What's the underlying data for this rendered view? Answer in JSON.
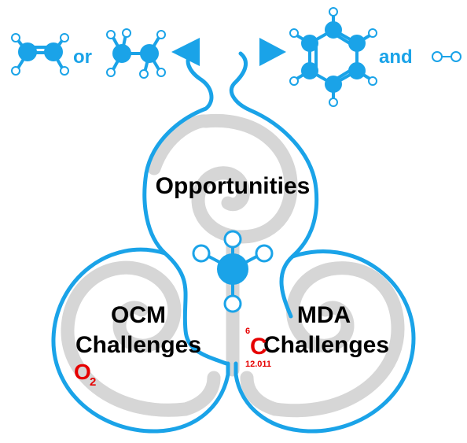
{
  "colors": {
    "accent": "#1aa3e8",
    "swirl": "#d6d6d6",
    "highlight": "#e60000",
    "bond": "#1aa3e8",
    "text": "#000000"
  },
  "top_left": {
    "connector": "or",
    "molecule_1_icon": "ethylene-icon",
    "molecule_2_icon": "ethane-icon",
    "arrow_icon": "left-arrow-icon"
  },
  "top_right": {
    "connector": "and",
    "molecule_1_icon": "benzene-icon",
    "molecule_2_icon": "hydrogen-icon",
    "arrow_icon": "right-arrow-icon"
  },
  "center_icon": "methane-icon",
  "lobes": {
    "top": {
      "line1": "Opportunities"
    },
    "left": {
      "line1": "OCM",
      "line2": "Challenges",
      "symbol": "O",
      "subscript": "2"
    },
    "right": {
      "line1": "MDA",
      "line2": "Challenges",
      "symbol": "C",
      "atomic_number": "6",
      "atomic_mass": "12.011"
    }
  }
}
